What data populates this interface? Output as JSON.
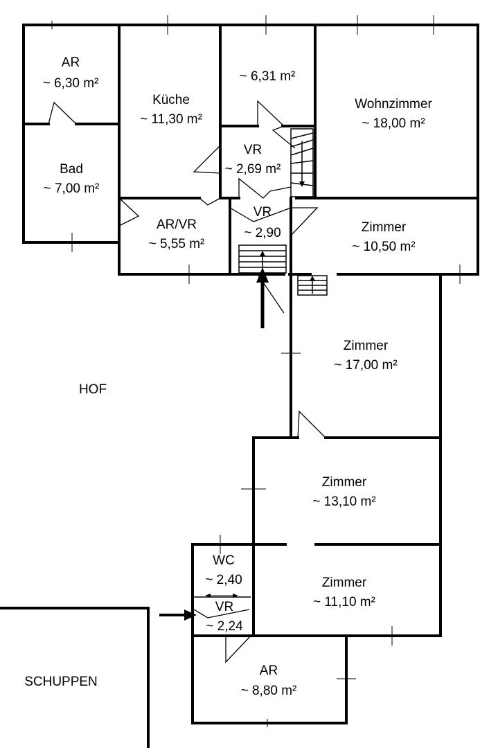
{
  "rooms": [
    {
      "id": "ar1",
      "name": "AR",
      "area": "~ 6,30 m²"
    },
    {
      "id": "kueche",
      "name": "Küche",
      "area": "~ 11,30 m²"
    },
    {
      "id": "r631",
      "name": "",
      "area": "~ 6,31 m²"
    },
    {
      "id": "wohnzimmer",
      "name": "Wohnzimmer",
      "area": "~ 18,00 m²"
    },
    {
      "id": "bad",
      "name": "Bad",
      "area": "~ 7,00 m²"
    },
    {
      "id": "vr1",
      "name": "VR",
      "area": "~ 2,69 m²"
    },
    {
      "id": "arvr",
      "name": "AR/VR",
      "area": "~ 5,55 m²"
    },
    {
      "id": "vr2",
      "name": "VR",
      "area": "~ 2,90"
    },
    {
      "id": "zimmer1",
      "name": "Zimmer",
      "area": "~ 10,50 m²"
    },
    {
      "id": "zimmer2",
      "name": "Zimmer",
      "area": "~ 17,00 m²"
    },
    {
      "id": "zimmer3",
      "name": "Zimmer",
      "area": "~ 13,10 m²"
    },
    {
      "id": "wc",
      "name": "WC",
      "area": "~ 2,40"
    },
    {
      "id": "zimmer4",
      "name": "Zimmer",
      "area": "~ 11,10 m²"
    },
    {
      "id": "vr3",
      "name": "VR",
      "area": "~ 2,24"
    },
    {
      "id": "ar2",
      "name": "AR",
      "area": "~ 8,80 m²"
    }
  ],
  "areas": {
    "hof": "HOF",
    "schuppen": "SCHUPPEN"
  },
  "colors": {
    "line": "#000000",
    "background": "#ffffff"
  }
}
